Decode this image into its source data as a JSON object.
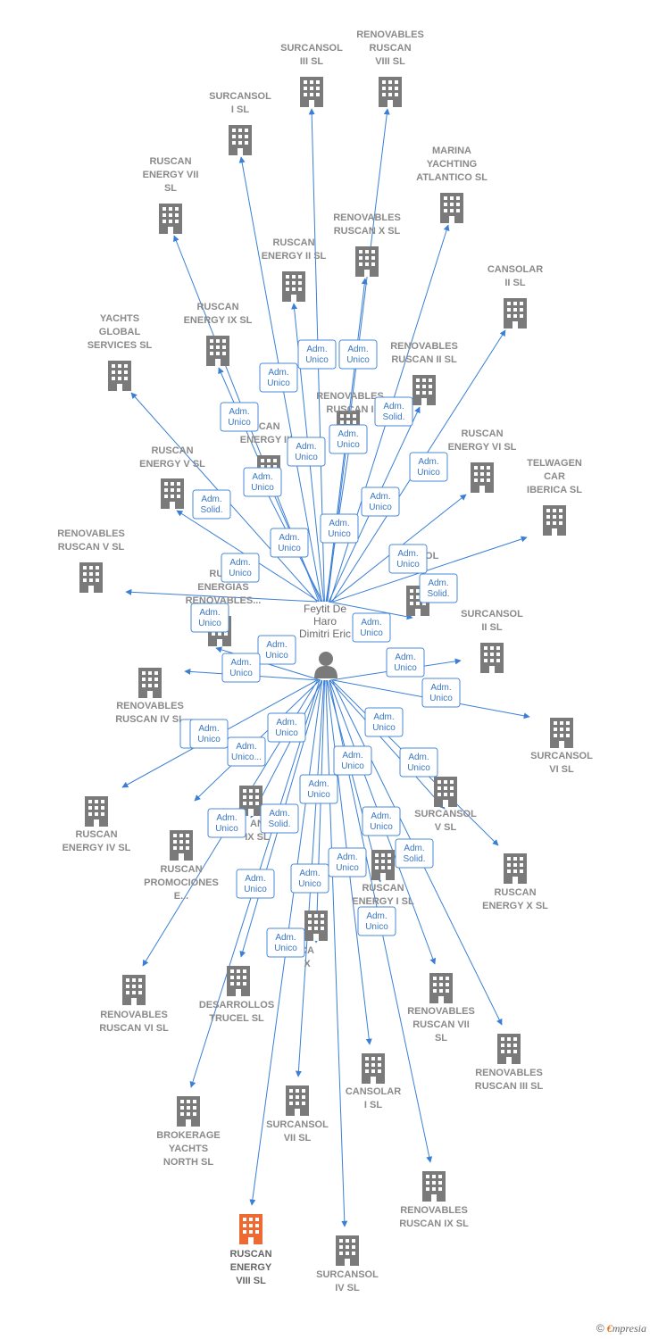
{
  "colors": {
    "edge": "#3a7fd5",
    "building": "#7a7a7a",
    "building_highlight": "#ee6a33",
    "role_border": "#4a8ad8",
    "label": "#8a8a8a"
  },
  "center": {
    "name_lines": [
      "Feytit De",
      "Haro",
      "Dimitri Eric"
    ],
    "icon": "person-icon"
  },
  "companies": [
    {
      "id": "surcansol-iii",
      "lines": [
        "SURCANSOL",
        "III  SL"
      ]
    },
    {
      "id": "renovables-ruscan-viii",
      "lines": [
        "RENOVABLES",
        "RUSCAN",
        "VIII  SL"
      ]
    },
    {
      "id": "surcansol-i",
      "lines": [
        "SURCANSOL",
        "I  SL"
      ]
    },
    {
      "id": "marina-yachting-atlantico",
      "lines": [
        "MARINA",
        "YACHTING",
        "ATLANTICO  SL"
      ]
    },
    {
      "id": "ruscan-energy-vii",
      "lines": [
        "RUSCAN",
        "ENERGY VII",
        "SL"
      ]
    },
    {
      "id": "renovables-ruscan-x",
      "lines": [
        "RENOVABLES",
        "RUSCAN X  SL"
      ]
    },
    {
      "id": "ruscan-energy-ii",
      "lines": [
        "RUSCAN",
        "ENERGY II  SL"
      ]
    },
    {
      "id": "cansolar-ii",
      "lines": [
        "CANSOLAR",
        "II  SL"
      ]
    },
    {
      "id": "yachts-global-services",
      "lines": [
        "YACHTS",
        "GLOBAL",
        "SERVICES  SL"
      ]
    },
    {
      "id": "ruscan-energy-ix",
      "lines": [
        "RUSCAN",
        "ENERGY IX  SL"
      ]
    },
    {
      "id": "renovables-ruscan-ii",
      "lines": [
        "RENOVABLES",
        "RUSCAN II  SL"
      ]
    },
    {
      "id": "renovables-ruscan-i",
      "lines": [
        "RENOVABLES",
        "RUSCAN I"
      ]
    },
    {
      "id": "ruscan-energy-iii",
      "lines": [
        "SCAN",
        "ENERGY III"
      ]
    },
    {
      "id": "ruscan-energy-vi",
      "lines": [
        "RUSCAN",
        "ENERGY VI  SL"
      ]
    },
    {
      "id": "ruscan-energy-v",
      "lines": [
        "RUSCAN",
        "ENERGY V  SL"
      ]
    },
    {
      "id": "telwagen-car-iberica",
      "lines": [
        "TELWAGEN",
        "CAR",
        "IBERICA  SL"
      ]
    },
    {
      "id": "renovables-ruscan-v",
      "lines": [
        "RENOVABLES",
        "RUSCAN V  SL"
      ]
    },
    {
      "id": "surcansol-hidden",
      "lines": [
        "SOL"
      ]
    },
    {
      "id": "ruscan-energias-renovables",
      "lines": [
        "RUSC",
        "ENERGIAS",
        "RENOVABLES..."
      ]
    },
    {
      "id": "surcansol-ii",
      "lines": [
        "SURCANSOL",
        "II  SL"
      ]
    },
    {
      "id": "renovables-ruscan-iv",
      "lines": [
        "RENOVABLES",
        "RUSCAN IV  SL"
      ]
    },
    {
      "id": "surcansol-vi",
      "lines": [
        "SURCANSOL",
        "VI  SL"
      ]
    },
    {
      "id": "ruscan-energy-iv",
      "lines": [
        "RUSCAN",
        "ENERGY IV  SL"
      ]
    },
    {
      "id": "hidden-an-ix",
      "lines": [
        "AN",
        "IX  SL"
      ]
    },
    {
      "id": "surcansol-v",
      "lines": [
        "SURCANSOL",
        "V  SL"
      ]
    },
    {
      "id": "ruscan-promociones",
      "lines": [
        "RUSCAN",
        "PROMOCIONES",
        "E..."
      ]
    },
    {
      "id": "ruscan-energy-x",
      "lines": [
        "RUSCAN",
        "ENERGY X  SL"
      ]
    },
    {
      "id": "ruscan-energy-i",
      "lines": [
        "RUSCAN",
        "ENERGY I  SL"
      ]
    },
    {
      "id": "hidden-ca-x",
      "lines": [
        "CA",
        "X"
      ]
    },
    {
      "id": "renovables-ruscan-vi",
      "lines": [
        "RENOVABLES",
        "RUSCAN VI  SL"
      ]
    },
    {
      "id": "desarrollos-trucel",
      "lines": [
        "DESARROLLOS",
        "TRUCEL  SL"
      ]
    },
    {
      "id": "renovables-ruscan-vii",
      "lines": [
        "RENOVABLES",
        "RUSCAN VII",
        "SL"
      ]
    },
    {
      "id": "renovables-ruscan-iii",
      "lines": [
        "RENOVABLES",
        "RUSCAN III  SL"
      ]
    },
    {
      "id": "cansolar-i",
      "lines": [
        "CANSOLAR",
        "I  SL"
      ]
    },
    {
      "id": "surcansol-vii",
      "lines": [
        "SURCANSOL",
        "VII  SL"
      ]
    },
    {
      "id": "brokerage-yachts-north",
      "lines": [
        "BROKERAGE",
        "YACHTS",
        "NORTH  SL"
      ]
    },
    {
      "id": "renovables-ruscan-ix",
      "lines": [
        "RENOVABLES",
        "RUSCAN IX  SL"
      ]
    },
    {
      "id": "ruscan-energy-viii",
      "lines": [
        "RUSCAN",
        "ENERGY",
        "VIII  SL"
      ],
      "highlight": true
    },
    {
      "id": "surcansol-iv",
      "lines": [
        "SURCANSOL",
        "IV  SL"
      ]
    }
  ],
  "roles": [
    {
      "lines": [
        "Adm.",
        "Unico"
      ]
    },
    {
      "lines": [
        "Adm.",
        "Unico"
      ]
    },
    {
      "lines": [
        "Adm.",
        "Unico"
      ]
    },
    {
      "lines": [
        "Adm.",
        "Solid."
      ]
    },
    {
      "lines": [
        "Adm.",
        "Unico"
      ]
    },
    {
      "lines": [
        "Adm.",
        "Unico"
      ]
    },
    {
      "lines": [
        "Adm.",
        "Unico"
      ]
    },
    {
      "lines": [
        "Adm.",
        "Unico"
      ]
    },
    {
      "lines": [
        "Adm.",
        "Unico"
      ]
    },
    {
      "lines": [
        "Adm.",
        "Solid."
      ]
    },
    {
      "lines": [
        "Adm.",
        "Unico"
      ]
    },
    {
      "lines": [
        "Adm.",
        "Unico"
      ]
    },
    {
      "lines": [
        "Adm.",
        "Unico"
      ]
    },
    {
      "lines": [
        "Adm.",
        "Unico"
      ]
    },
    {
      "lines": [
        "Adm.",
        "Unico"
      ]
    },
    {
      "lines": [
        "Adm.",
        "Solid."
      ]
    },
    {
      "lines": [
        "Adm.",
        "Unico"
      ]
    },
    {
      "lines": [
        "Adm.",
        "Unico"
      ]
    },
    {
      "lines": [
        "Adm.",
        "Unico"
      ]
    },
    {
      "lines": [
        "Adm.",
        "Unico"
      ]
    },
    {
      "lines": [
        "Adm.",
        "Unico"
      ]
    },
    {
      "lines": [
        "Adm.",
        "Unico"
      ]
    },
    {
      "lines": [
        "S",
        "S"
      ]
    },
    {
      "lines": [
        "Adm.",
        "Unico"
      ]
    },
    {
      "lines": [
        "Adm.",
        "Unico..."
      ]
    },
    {
      "lines": [
        "Adm.",
        "Unico"
      ]
    },
    {
      "lines": [
        "Adm.",
        "Unico"
      ]
    },
    {
      "lines": [
        "Adm.",
        "Unico"
      ]
    },
    {
      "lines": [
        "Adm.",
        "Unico"
      ]
    },
    {
      "lines": [
        "Adm.",
        "Unico"
      ]
    },
    {
      "lines": [
        "Adm.",
        "Solid."
      ]
    },
    {
      "lines": [
        "Adm.",
        "Unico"
      ]
    },
    {
      "lines": [
        "Adm.",
        "Unico"
      ]
    },
    {
      "lines": [
        "Adm.",
        "Unico"
      ]
    },
    {
      "lines": [
        "Adm.",
        "Solid."
      ]
    },
    {
      "lines": [
        "Adm.",
        "Unico"
      ]
    },
    {
      "lines": [
        "Adm.",
        "Unico"
      ]
    },
    {
      "lines": [
        "Adm.",
        "Unico"
      ]
    },
    {
      "lines": [
        "Adm.",
        "Unico"
      ]
    }
  ],
  "credit": {
    "symbol": "©",
    "brand_initial": "€",
    "brand_rest": "mpresia"
  }
}
